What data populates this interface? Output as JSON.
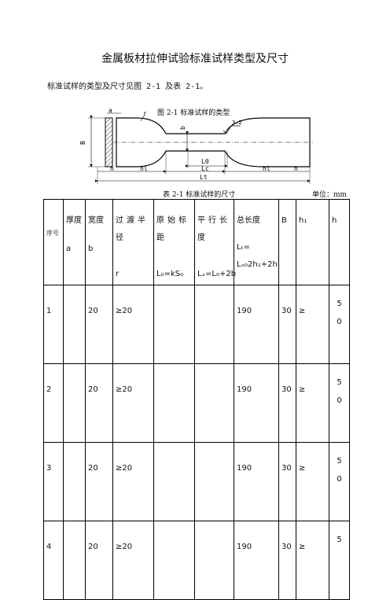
{
  "doc": {
    "title": "金属板材拉伸试验标准试样类型及尺寸",
    "intro": "标准试样的类型及尺寸见图 2-1 及表 2-1。",
    "figure_caption": "图 2-1 标准试样的类型",
    "table_caption": "表 2-1 标准试样的尺寸",
    "unit": "单位：mm"
  },
  "figure_labels": {
    "a": "a",
    "r": "r",
    "B": "B",
    "b": "b",
    "roughness": "3.2",
    "h_left": "h",
    "h1_left": "hl",
    "L0": "L0",
    "Lc": "Lc",
    "h1_right": "hl",
    "h_right": "h",
    "Lt": "Lt"
  },
  "table": {
    "headers": {
      "seq": "序号",
      "thick": "厚度",
      "thick_sym": "a",
      "width": "宽度",
      "width_sym": "b",
      "radius": "过渡半径",
      "radius_sym": "r",
      "gauge": "原始标距",
      "gauge_sym": "L₀=kS₀",
      "parallel": "平行长度",
      "parallel_sym": "Lₓ=L₀+2b",
      "total": "总长度",
      "total_sym1": "Lₜ=",
      "total_sym2": "Lₓ₀2h₁+2h",
      "B": "B",
      "h1": "h₁",
      "h": "h"
    },
    "rows": [
      {
        "seq": "1",
        "a": "",
        "b": "20",
        "r": "≥20",
        "L0": "",
        "Lc": "",
        "Lt": "190",
        "B": "30",
        "h1": "≥",
        "h": "5\n0"
      },
      {
        "seq": "2",
        "a": "",
        "b": "20",
        "r": "≥20",
        "L0": "",
        "Lc": "",
        "Lt": "190",
        "B": "30",
        "h1": "≥",
        "h": "5\n0"
      },
      {
        "seq": "3",
        "a": "",
        "b": "20",
        "r": "≥20",
        "L0": "",
        "Lc": "",
        "Lt": "190",
        "B": "30",
        "h1": "≥",
        "h": "5\n0"
      },
      {
        "seq": "4",
        "a": "",
        "b": "20",
        "r": "≥20",
        "L0": "",
        "Lc": "",
        "Lt": "190",
        "B": "30",
        "h1": "≥",
        "h": "5"
      }
    ]
  }
}
